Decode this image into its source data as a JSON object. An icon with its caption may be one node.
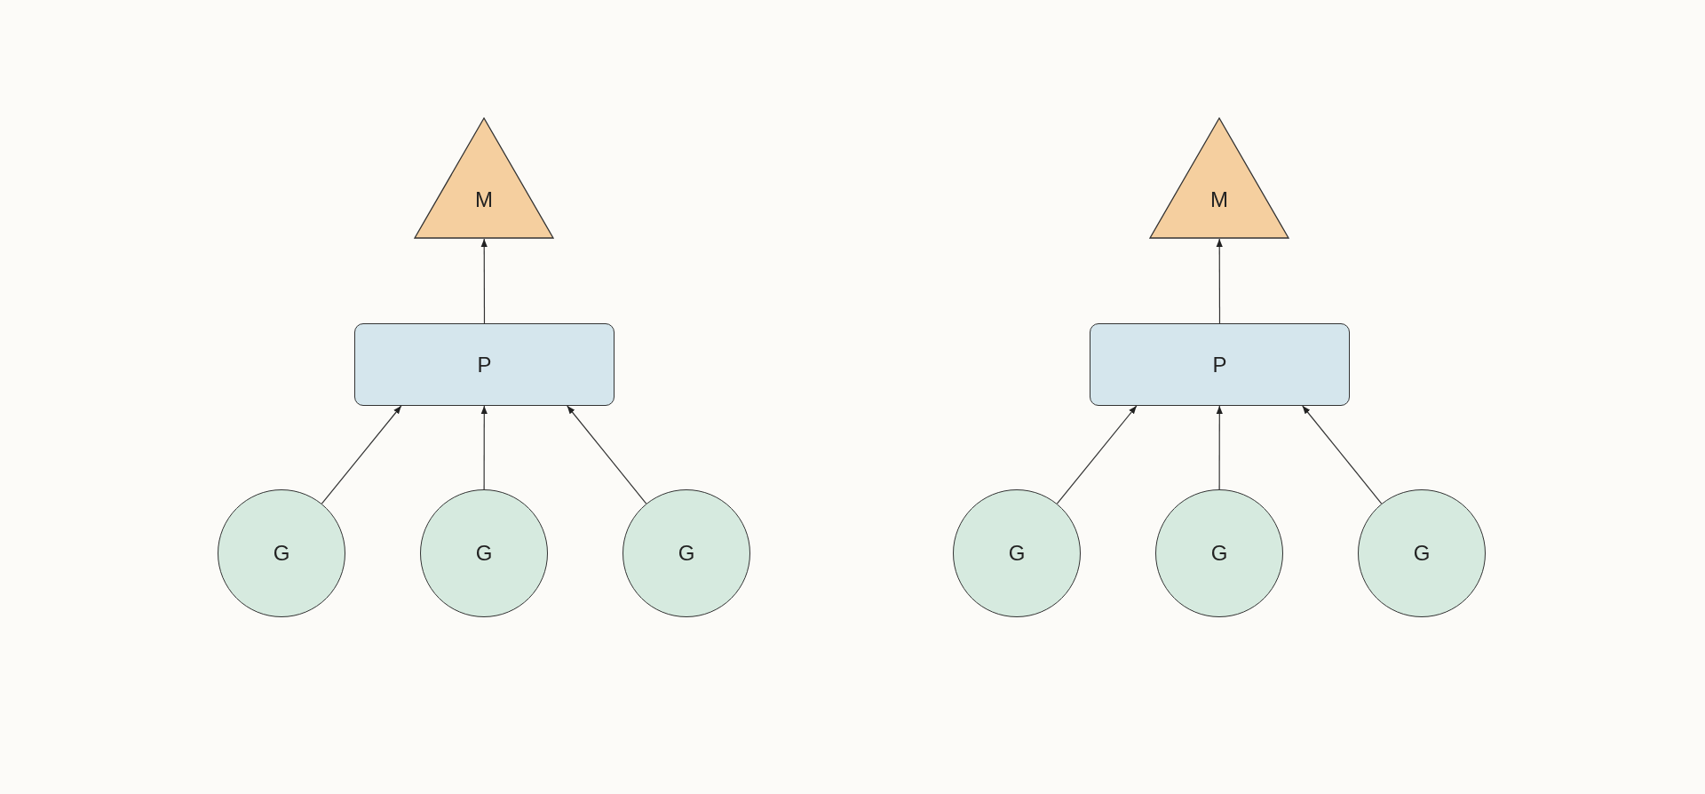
{
  "diagram": {
    "nodes": [
      {
        "text": [
          "M"
        ]
      },
      {
        "text": [
          "P"
        ]
      },
      {
        "text": [
          "G"
        ]
      },
      {
        "text": [
          "G"
        ]
      },
      {
        "text": [
          "G"
        ]
      },
      {
        "text": [
          "M"
        ]
      },
      {
        "text": [
          "P"
        ]
      },
      {
        "text": [
          "G"
        ]
      },
      {
        "text": [
          "G"
        ]
      },
      {
        "text": [
          "G"
        ]
      }
    ],
    "edges": [
      {
        "from": 2,
        "to": 1,
        "arrow": "to"
      },
      {
        "from": 3,
        "to": 1,
        "arrow": "to"
      },
      {
        "from": 4,
        "to": 1,
        "arrow": "to"
      },
      {
        "from": 1,
        "to": 0,
        "arrow": "to"
      },
      {
        "from": 7,
        "to": 6,
        "arrow": "to"
      },
      {
        "from": 8,
        "to": 6,
        "arrow": "to"
      },
      {
        "from": 9,
        "to": 6,
        "arrow": "to"
      },
      {
        "from": 6,
        "to": 5,
        "arrow": "to"
      }
    ]
  }
}
